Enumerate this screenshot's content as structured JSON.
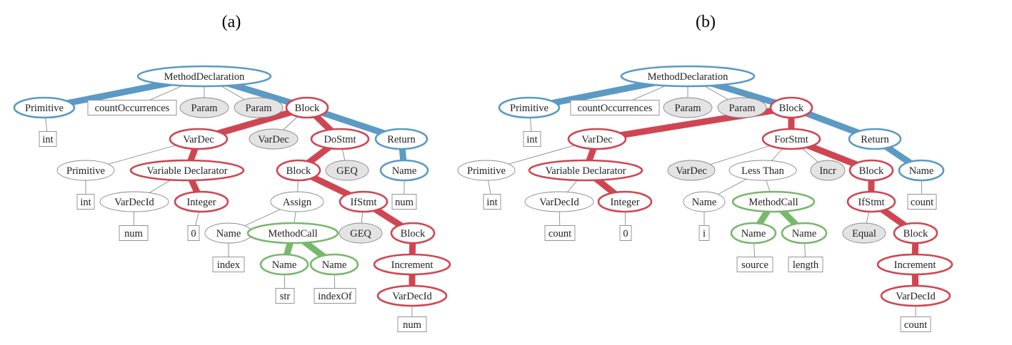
{
  "panels": [
    {
      "id": "a",
      "title": "(a)",
      "nodes": [
        {
          "id": "md",
          "label": "MethodDeclaration",
          "shape": "ellipse",
          "style": "blue"
        },
        {
          "id": "prim",
          "label": "Primitive",
          "shape": "ellipse",
          "style": "blue"
        },
        {
          "id": "cnt",
          "label": "countOccurrences",
          "shape": "box",
          "style": "plain"
        },
        {
          "id": "p1",
          "label": "Param",
          "shape": "ellipse",
          "style": "gray"
        },
        {
          "id": "p2",
          "label": "Param",
          "shape": "ellipse",
          "style": "gray"
        },
        {
          "id": "blk",
          "label": "Block",
          "shape": "ellipse",
          "style": "red"
        },
        {
          "id": "int1",
          "label": "int",
          "shape": "box",
          "style": "plain"
        },
        {
          "id": "vd1",
          "label": "VarDec",
          "shape": "ellipse",
          "style": "red"
        },
        {
          "id": "vd2",
          "label": "VarDec",
          "shape": "ellipse",
          "style": "gray"
        },
        {
          "id": "do",
          "label": "DoStmt",
          "shape": "ellipse",
          "style": "red"
        },
        {
          "id": "ret",
          "label": "Return",
          "shape": "ellipse",
          "style": "blue"
        },
        {
          "id": "prim2",
          "label": "Primitive",
          "shape": "ellipse",
          "style": "plain"
        },
        {
          "id": "vdecl",
          "label": "Variable Declarator",
          "shape": "ellipse",
          "style": "red"
        },
        {
          "id": "blk2",
          "label": "Block",
          "shape": "ellipse",
          "style": "red"
        },
        {
          "id": "geq1",
          "label": "GEQ",
          "shape": "ellipse",
          "style": "gray"
        },
        {
          "id": "nm1",
          "label": "Name",
          "shape": "ellipse",
          "style": "blue"
        },
        {
          "id": "int2",
          "label": "int",
          "shape": "box",
          "style": "plain"
        },
        {
          "id": "vdid",
          "label": "VarDecId",
          "shape": "ellipse",
          "style": "plain"
        },
        {
          "id": "intg",
          "label": "Integer",
          "shape": "ellipse",
          "style": "red"
        },
        {
          "id": "asg",
          "label": "Assign",
          "shape": "ellipse",
          "style": "plain"
        },
        {
          "id": "ifs",
          "label": "IfStmt",
          "shape": "ellipse",
          "style": "red"
        },
        {
          "id": "num1",
          "label": "num",
          "shape": "box",
          "style": "plain"
        },
        {
          "id": "num2",
          "label": "num",
          "shape": "box",
          "style": "plain"
        },
        {
          "id": "zero",
          "label": "0",
          "shape": "box",
          "style": "plain"
        },
        {
          "id": "nm2",
          "label": "Name",
          "shape": "ellipse",
          "style": "plain"
        },
        {
          "id": "mc",
          "label": "MethodCall",
          "shape": "ellipse",
          "style": "green"
        },
        {
          "id": "geq2",
          "label": "GEQ",
          "shape": "ellipse",
          "style": "gray"
        },
        {
          "id": "blk3",
          "label": "Block",
          "shape": "ellipse",
          "style": "red"
        },
        {
          "id": "idx",
          "label": "index",
          "shape": "box",
          "style": "plain"
        },
        {
          "id": "nm3",
          "label": "Name",
          "shape": "ellipse",
          "style": "green"
        },
        {
          "id": "nm4",
          "label": "Name",
          "shape": "ellipse",
          "style": "green"
        },
        {
          "id": "inc",
          "label": "Increment",
          "shape": "ellipse",
          "style": "red"
        },
        {
          "id": "str",
          "label": "str",
          "shape": "box",
          "style": "plain"
        },
        {
          "id": "iof",
          "label": "indexOf",
          "shape": "box",
          "style": "plain"
        },
        {
          "id": "vdid2",
          "label": "VarDecId",
          "shape": "ellipse",
          "style": "red"
        },
        {
          "id": "num3",
          "label": "num",
          "shape": "box",
          "style": "plain"
        }
      ],
      "edges": [
        {
          "from": "md",
          "to": "prim",
          "style": "blue"
        },
        {
          "from": "md",
          "to": "cnt",
          "style": "plain"
        },
        {
          "from": "md",
          "to": "p1",
          "style": "plain"
        },
        {
          "from": "md",
          "to": "p2",
          "style": "plain"
        },
        {
          "from": "md",
          "to": "blk",
          "style": "blue"
        },
        {
          "from": "prim",
          "to": "int1",
          "style": "plain"
        },
        {
          "from": "blk",
          "to": "vd1",
          "style": "red"
        },
        {
          "from": "blk",
          "to": "vd2",
          "style": "plain"
        },
        {
          "from": "blk",
          "to": "do",
          "style": "red"
        },
        {
          "from": "blk",
          "to": "ret",
          "style": "blue"
        },
        {
          "from": "vd1",
          "to": "prim2",
          "style": "plain"
        },
        {
          "from": "vd1",
          "to": "vdecl",
          "style": "red"
        },
        {
          "from": "prim2",
          "to": "int2",
          "style": "plain"
        },
        {
          "from": "vdecl",
          "to": "vdid",
          "style": "plain"
        },
        {
          "from": "vdecl",
          "to": "intg",
          "style": "red"
        },
        {
          "from": "vdid",
          "to": "num1",
          "style": "plain"
        },
        {
          "from": "intg",
          "to": "zero",
          "style": "plain"
        },
        {
          "from": "do",
          "to": "blk2",
          "style": "red"
        },
        {
          "from": "do",
          "to": "geq1",
          "style": "plain"
        },
        {
          "from": "ret",
          "to": "nm1",
          "style": "blue"
        },
        {
          "from": "nm1",
          "to": "num2",
          "style": "plain"
        },
        {
          "from": "blk2",
          "to": "asg",
          "style": "plain"
        },
        {
          "from": "blk2",
          "to": "ifs",
          "style": "red"
        },
        {
          "from": "asg",
          "to": "nm2",
          "style": "plain"
        },
        {
          "from": "asg",
          "to": "mc",
          "style": "plain"
        },
        {
          "from": "nm2",
          "to": "idx",
          "style": "plain"
        },
        {
          "from": "mc",
          "to": "nm3",
          "style": "green"
        },
        {
          "from": "mc",
          "to": "nm4",
          "style": "green"
        },
        {
          "from": "nm3",
          "to": "str",
          "style": "plain"
        },
        {
          "from": "nm4",
          "to": "iof",
          "style": "plain"
        },
        {
          "from": "ifs",
          "to": "geq2",
          "style": "plain"
        },
        {
          "from": "ifs",
          "to": "blk3",
          "style": "red"
        },
        {
          "from": "blk3",
          "to": "inc",
          "style": "red"
        },
        {
          "from": "inc",
          "to": "vdid2",
          "style": "red"
        },
        {
          "from": "vdid2",
          "to": "num3",
          "style": "plain"
        }
      ]
    },
    {
      "id": "b",
      "title": "(b)",
      "nodes": [
        {
          "id": "md",
          "label": "MethodDeclaration",
          "shape": "ellipse",
          "style": "blue"
        },
        {
          "id": "prim",
          "label": "Primitive",
          "shape": "ellipse",
          "style": "blue"
        },
        {
          "id": "cnt",
          "label": "countOccurrences",
          "shape": "box",
          "style": "plain"
        },
        {
          "id": "p1",
          "label": "Param",
          "shape": "ellipse",
          "style": "gray"
        },
        {
          "id": "p2",
          "label": "Param",
          "shape": "ellipse",
          "style": "gray"
        },
        {
          "id": "blk",
          "label": "Block",
          "shape": "ellipse",
          "style": "red"
        },
        {
          "id": "int1",
          "label": "int",
          "shape": "box",
          "style": "plain"
        },
        {
          "id": "vd1",
          "label": "VarDec",
          "shape": "ellipse",
          "style": "red"
        },
        {
          "id": "for",
          "label": "ForStmt",
          "shape": "ellipse",
          "style": "red"
        },
        {
          "id": "ret",
          "label": "Return",
          "shape": "ellipse",
          "style": "blue"
        },
        {
          "id": "prim2",
          "label": "Primitive",
          "shape": "ellipse",
          "style": "plain"
        },
        {
          "id": "vdecl",
          "label": "Variable Declarator",
          "shape": "ellipse",
          "style": "red"
        },
        {
          "id": "vd2",
          "label": "VarDec",
          "shape": "ellipse",
          "style": "gray"
        },
        {
          "id": "lt",
          "label": "Less Than",
          "shape": "ellipse",
          "style": "plain"
        },
        {
          "id": "incr",
          "label": "Incr",
          "shape": "ellipse",
          "style": "gray"
        },
        {
          "id": "blk2",
          "label": "Block",
          "shape": "ellipse",
          "style": "red"
        },
        {
          "id": "nm1",
          "label": "Name",
          "shape": "ellipse",
          "style": "blue"
        },
        {
          "id": "int2",
          "label": "int",
          "shape": "box",
          "style": "plain"
        },
        {
          "id": "vdid",
          "label": "VarDecId",
          "shape": "ellipse",
          "style": "plain"
        },
        {
          "id": "intg",
          "label": "Integer",
          "shape": "ellipse",
          "style": "red"
        },
        {
          "id": "nmi",
          "label": "Name",
          "shape": "ellipse",
          "style": "plain"
        },
        {
          "id": "mc",
          "label": "MethodCall",
          "shape": "ellipse",
          "style": "green"
        },
        {
          "id": "ifs",
          "label": "IfStmt",
          "shape": "ellipse",
          "style": "red"
        },
        {
          "id": "cnt2",
          "label": "count",
          "shape": "box",
          "style": "plain"
        },
        {
          "id": "cnt1",
          "label": "count",
          "shape": "box",
          "style": "plain"
        },
        {
          "id": "zero",
          "label": "0",
          "shape": "box",
          "style": "plain"
        },
        {
          "id": "ibox",
          "label": "i",
          "shape": "box",
          "style": "plain"
        },
        {
          "id": "nm3",
          "label": "Name",
          "shape": "ellipse",
          "style": "green"
        },
        {
          "id": "nm4",
          "label": "Name",
          "shape": "ellipse",
          "style": "green"
        },
        {
          "id": "eq",
          "label": "Equal",
          "shape": "ellipse",
          "style": "gray"
        },
        {
          "id": "blk3",
          "label": "Block",
          "shape": "ellipse",
          "style": "red"
        },
        {
          "id": "src",
          "label": "source",
          "shape": "box",
          "style": "plain"
        },
        {
          "id": "len",
          "label": "length",
          "shape": "box",
          "style": "plain"
        },
        {
          "id": "inc",
          "label": "Increment",
          "shape": "ellipse",
          "style": "red"
        },
        {
          "id": "vdid2",
          "label": "VarDecId",
          "shape": "ellipse",
          "style": "red"
        },
        {
          "id": "cnt3",
          "label": "count",
          "shape": "box",
          "style": "plain"
        }
      ],
      "edges": [
        {
          "from": "md",
          "to": "prim",
          "style": "blue"
        },
        {
          "from": "md",
          "to": "cnt",
          "style": "plain"
        },
        {
          "from": "md",
          "to": "p1",
          "style": "plain"
        },
        {
          "from": "md",
          "to": "p2",
          "style": "plain"
        },
        {
          "from": "md",
          "to": "blk",
          "style": "blue"
        },
        {
          "from": "prim",
          "to": "int1",
          "style": "plain"
        },
        {
          "from": "blk",
          "to": "vd1",
          "style": "red"
        },
        {
          "from": "blk",
          "to": "for",
          "style": "red"
        },
        {
          "from": "blk",
          "to": "ret",
          "style": "blue"
        },
        {
          "from": "vd1",
          "to": "prim2",
          "style": "plain"
        },
        {
          "from": "vd1",
          "to": "vdecl",
          "style": "red"
        },
        {
          "from": "prim2",
          "to": "int2",
          "style": "plain"
        },
        {
          "from": "vdecl",
          "to": "vdid",
          "style": "plain"
        },
        {
          "from": "vdecl",
          "to": "intg",
          "style": "red"
        },
        {
          "from": "vdid",
          "to": "cnt1",
          "style": "plain"
        },
        {
          "from": "intg",
          "to": "zero",
          "style": "plain"
        },
        {
          "from": "for",
          "to": "vd2",
          "style": "plain"
        },
        {
          "from": "for",
          "to": "lt",
          "style": "plain"
        },
        {
          "from": "for",
          "to": "incr",
          "style": "plain"
        },
        {
          "from": "for",
          "to": "blk2",
          "style": "red"
        },
        {
          "from": "ret",
          "to": "nm1",
          "style": "blue"
        },
        {
          "from": "nm1",
          "to": "cnt2",
          "style": "plain"
        },
        {
          "from": "lt",
          "to": "nmi",
          "style": "plain"
        },
        {
          "from": "lt",
          "to": "mc",
          "style": "plain"
        },
        {
          "from": "nmi",
          "to": "ibox",
          "style": "plain"
        },
        {
          "from": "mc",
          "to": "nm3",
          "style": "green"
        },
        {
          "from": "mc",
          "to": "nm4",
          "style": "green"
        },
        {
          "from": "nm3",
          "to": "src",
          "style": "plain"
        },
        {
          "from": "nm4",
          "to": "len",
          "style": "plain"
        },
        {
          "from": "blk2",
          "to": "ifs",
          "style": "red"
        },
        {
          "from": "ifs",
          "to": "eq",
          "style": "plain"
        },
        {
          "from": "ifs",
          "to": "blk3",
          "style": "red"
        },
        {
          "from": "blk3",
          "to": "inc",
          "style": "red"
        },
        {
          "from": "inc",
          "to": "vdid2",
          "style": "red"
        },
        {
          "from": "vdid2",
          "to": "cnt3",
          "style": "plain"
        }
      ]
    }
  ],
  "colors": {
    "blue": "#5b9ac4",
    "red": "#cf4652",
    "green": "#78b86c",
    "gray_fill": "#e3e3e3",
    "plain_stroke": "#8a8a8a",
    "text": "#222222"
  }
}
